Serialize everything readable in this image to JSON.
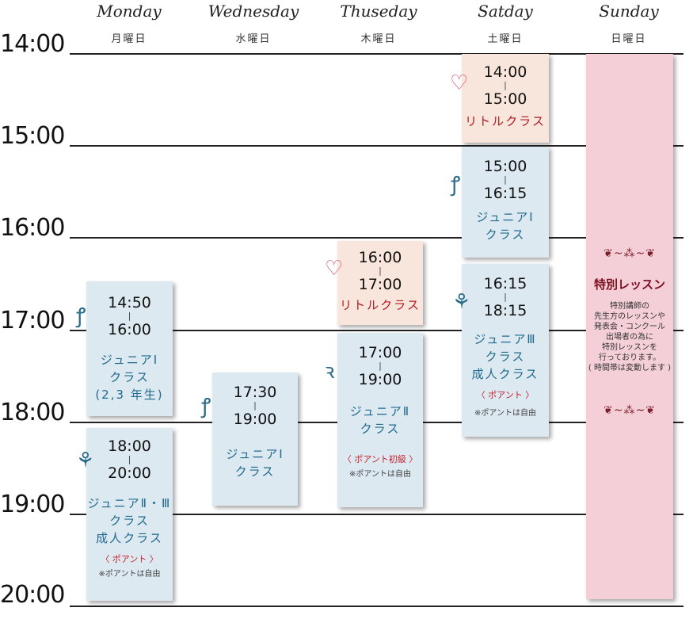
{
  "days": [
    {
      "en": "Monday",
      "jp": "月曜日"
    },
    {
      "en": "Wednesday",
      "jp": "水曜日"
    },
    {
      "en": "Thuseday",
      "jp": "木曜日"
    },
    {
      "en": "Satday",
      "jp": "土曜日"
    },
    {
      "en": "Sunday",
      "jp": "日曜日"
    }
  ],
  "times": [
    "14:00",
    "15:00",
    "16:00",
    "17:00",
    "18:00",
    "19:00",
    "20:00"
  ],
  "blocks": {
    "mon_a": {
      "start": "14:50",
      "end": "16:00",
      "lines": [
        "ジュニアⅠ",
        "クラス",
        "(2,3 年生)"
      ]
    },
    "mon_b": {
      "start": "18:00",
      "end": "20:00",
      "lines": [
        "ジュニアⅡ・Ⅲ",
        "クラス",
        "成人クラス"
      ],
      "pointe": "〈 ポアント 〉",
      "note": "※ポアントは自由"
    },
    "wed_a": {
      "start": "17:30",
      "end": "19:00",
      "lines": [
        "ジュニアⅠ",
        "クラス"
      ]
    },
    "thu_a": {
      "start": "16:00",
      "end": "17:00",
      "lines": [
        "リトルクラス"
      ]
    },
    "thu_b": {
      "start": "17:00",
      "end": "19:00",
      "lines": [
        "ジュニアⅡ",
        "クラス"
      ],
      "pointe": "〈 ポアント初級 〉",
      "note": "※ポアントは自由"
    },
    "sat_a": {
      "start": "14:00",
      "end": "15:00",
      "lines": [
        "リトルクラス"
      ]
    },
    "sat_b": {
      "start": "15:00",
      "end": "16:15",
      "lines": [
        "ジュニアⅠ",
        "クラス"
      ]
    },
    "sat_c": {
      "start": "16:15",
      "end": "18:15",
      "lines": [
        "ジュニアⅢ",
        "クラス",
        "成人クラス"
      ],
      "pointe": "〈 ポアント 〉",
      "note": "※ポアントは自由"
    },
    "sun": {
      "title": "特別レッスン",
      "desc": [
        "特別講師の",
        "先生方のレッスンや",
        "発表会・コンクール",
        "出場者の為に",
        "特別レッスンを",
        "行っております。",
        "( 時間帯は変動します )"
      ]
    }
  },
  "colors": {
    "blue_card": "#dde9f0",
    "peach_card": "#f8e6dc",
    "pink_card": "#f5cfd8",
    "blue_text": "#1f6a8e",
    "red_text": "#b01a22"
  },
  "icons": {
    "heart": "heart-icon",
    "scroll": "scroll-ornament-icon",
    "tulip": "tulip-icon",
    "swirl": "swirl-icon",
    "vine": "vine-ornament-icon"
  }
}
